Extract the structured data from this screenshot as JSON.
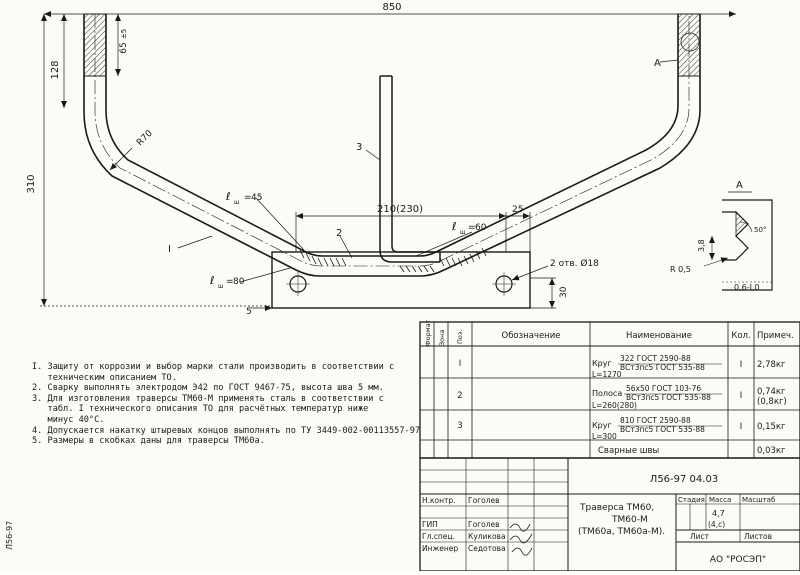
{
  "drawing": {
    "dim_overall_width": "850",
    "dim_height": "310",
    "dim_leg": "128",
    "dim_leg_top": "65",
    "dim_leg_top_tol": "±5",
    "radius": "R70",
    "dim_plate_len": "210(230)",
    "dim_plate_end": "25",
    "dim_plate_h": "30",
    "dim_bottom": "5",
    "holes": "2 отв. Ø18",
    "weld_1": "45",
    "weld_2": "60",
    "weld_3": "80",
    "weld_symbol": "ℓ",
    "weld_sub": "ш",
    "pos_1": "I",
    "pos_2": "2",
    "pos_3": "3",
    "view_ref": "A",
    "detail_label": "A",
    "detail_angle": "50°",
    "detail_dim_1": "3,8",
    "detail_dim_2": "R 0,5",
    "detail_dim_3": "0,6-I,0",
    "side_stamp": "Л56-97"
  },
  "notes": [
    "I. Защиту от коррозии и выбор марки стали производить в соответствии с",
    "   техническим описанием ТО.",
    "2. Сварку выполнять электродом Э42 по ГОСТ 9467-75, высота шва 5 мм.",
    "3. Для изготовления траверсы ТМ60-М применять сталь в соответствии с",
    "   табл. I технического описания ТО для расчётных температур ниже",
    "   минус 40°С.",
    "4. Допускается накатку штыревых концов выполнять по ТУ 3449-002-00113557-97",
    "5. Размеры в скобках даны для траверсы ТМ60а."
  ],
  "spec_table": {
    "headers": {
      "format": "Формат",
      "zone": "Зона",
      "pos": "Поз.",
      "designation": "Обозначение",
      "name": "Наименование",
      "qty": "Кол.",
      "note": "Примеч."
    },
    "rows": [
      {
        "pos": "I",
        "name_a": "Круг",
        "name_b": "322 ГОСТ 2590-88",
        "name_c": "ВСт3пс5 ГОСТ 535-88",
        "name_d": "L=1270",
        "qty": "I",
        "note": "2,78кг",
        "note_b": ""
      },
      {
        "pos": "2",
        "name_a": "Полоса",
        "name_b": "56х50 ГОСТ 103-76",
        "name_c": "ВСт3пс5 ГОСТ 535-88",
        "name_d": "L=260(280)",
        "qty": "I",
        "note": "0,74кг",
        "note_b": "(0,8кг)"
      },
      {
        "pos": "3",
        "name_a": "Круг",
        "name_b": "810 ГОСТ 2590-88",
        "name_c": "ВСт3пс5 ГОСТ 535-88",
        "name_d": "L=300",
        "qty": "I",
        "note": "0,15кг",
        "note_b": ""
      }
    ],
    "weld_row": {
      "name": "Сварные швы",
      "note": "0,03кг"
    }
  },
  "title_block": {
    "doc_number": "Л56-97 04.03",
    "title_1": "Траверса ТМ60,",
    "title_2": "ТМ60-М",
    "title_3": "(ТМ60а, ТМ60а-М).",
    "roles": [
      "Н.контр.",
      "ГИП",
      "Гл.спец.",
      "Инженер"
    ],
    "names": [
      "Гоголев",
      "Гоголев",
      "Куликова",
      "Седотова"
    ],
    "stage_label": "Стадия",
    "mass_label": "Масса",
    "scale_label": "Масштаб",
    "mass_value": "4,7",
    "mass_value_b": "(4,с)",
    "sheet_label": "Лист",
    "sheets_label": "Листов",
    "org": "АО \"РОСЭП\""
  }
}
